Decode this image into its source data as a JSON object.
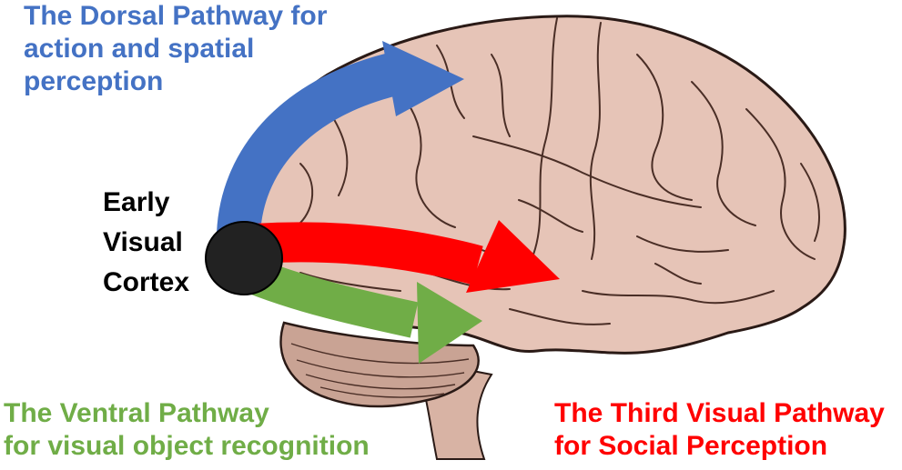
{
  "labels": {
    "dorsal": [
      "The Dorsal Pathway for",
      "action and spatial",
      "perception"
    ],
    "early_cortex": [
      "Early",
      "Visual",
      "Cortex"
    ],
    "ventral": [
      "The Ventral Pathway",
      "for visual object recognition"
    ],
    "third": [
      "The Third Visual Pathway",
      "for Social Perception"
    ]
  },
  "colors": {
    "dorsal": "#4472c4",
    "ventral": "#70ad47",
    "third": "#ff0000",
    "cortex_node": "#222222",
    "brain_fill": "#e6c4b7",
    "brain_stroke": "#2a1a16",
    "cerebellum": "#c9a394"
  }
}
